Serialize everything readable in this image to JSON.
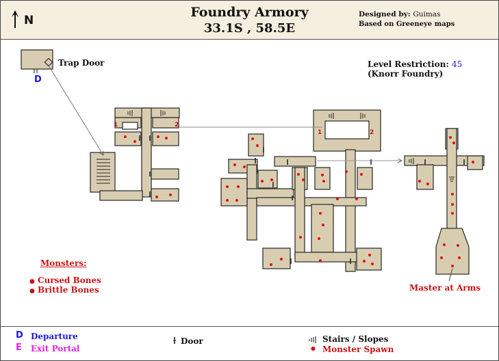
{
  "header": {
    "title": "Foundry Armory",
    "coords": "33.1S , 58.5E",
    "designed_prefix": "Designed by: ",
    "designer": "Guimas",
    "based_on": "Based on Greeneye maps",
    "compass_letter": "N"
  },
  "map": {
    "trap_door_label": "Trap Door",
    "departure_marker": "D",
    "level_restriction_label": "Level Restriction: ",
    "level_restriction_value": "45",
    "level_restriction_zone": "(Knorr Foundry)",
    "stair_numbers": [
      "1",
      "2",
      "1",
      "2"
    ],
    "boss_label": "Master at Arms"
  },
  "monsters": {
    "heading": "Monsters:",
    "items": [
      "Cursed Bones",
      "Brittle Bones"
    ]
  },
  "legend": {
    "departure_symbol": "D",
    "departure_label": "Departure",
    "exit_symbol": "E",
    "exit_label": "Exit Portal",
    "door_label": "Door",
    "stairs_label": "Stairs / Slopes",
    "spawn_label": "Monster Spawn"
  },
  "colors": {
    "room_fill": "#d8cdb0",
    "room_stroke": "#333333",
    "spawn": "#e01010",
    "header_bg": "#f5efe0",
    "departure": "#1a1ad8",
    "exit": "#dd22dd"
  }
}
